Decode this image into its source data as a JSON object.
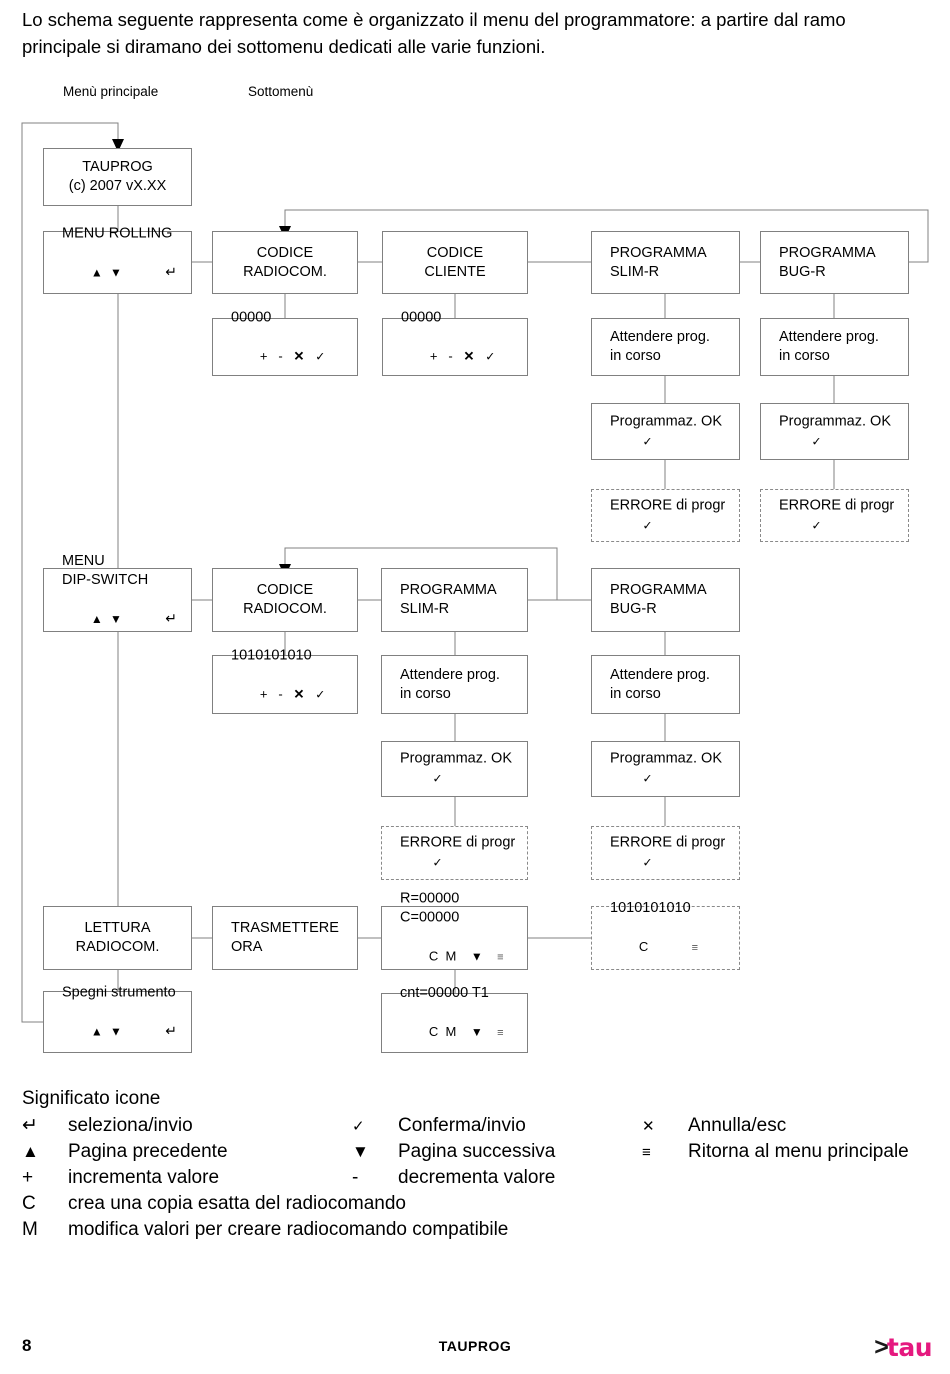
{
  "intro": {
    "text": "Lo schema seguente rappresenta come è organizzato il menu del programmatore: a  partire dal ramo principale si diramano dei sottomenu dedicati alle varie funzioni."
  },
  "captions": {
    "main_menu": "Menù principale",
    "submenu": "Sottomenù"
  },
  "icons": {
    "up": "▲",
    "down": "▼",
    "return": "↵",
    "check": "✓",
    "cancel": "✕",
    "plus": "+",
    "minus": "-",
    "menu": "≡"
  },
  "boxes": {
    "tauprog": {
      "l1": "TAUPROG",
      "l2": "(c) 2007 vX.XX"
    },
    "menu_rolling": {
      "l1": "MENU ROLLING"
    },
    "codice_radiocom_1": {
      "l1": "CODICE",
      "l2": "RADIOCOM."
    },
    "codice_cliente": {
      "l1": "CODICE",
      "l2": "CLIENTE"
    },
    "programma_slim_r_1": {
      "l1": "PROGRAMMA",
      "l2": "SLIM-R"
    },
    "programma_bug_r_1": {
      "l1": "PROGRAMMA",
      "l2": "BUG-R"
    },
    "value_00000_a": {
      "l1": "00000"
    },
    "value_00000_b": {
      "l1": "00000"
    },
    "attendere_1": {
      "l1": "Attendere prog.",
      "l2": "in corso"
    },
    "attendere_2": {
      "l1": "Attendere prog.",
      "l2": "in corso"
    },
    "prog_ok_1": {
      "l1": "Programmaz. OK"
    },
    "prog_ok_2": {
      "l1": "Programmaz. OK"
    },
    "errore_1": {
      "l1": "ERRORE di progr"
    },
    "errore_2": {
      "l1": "ERRORE di progr"
    },
    "menu_dipswitch": {
      "l1": "MENU",
      "l2": "DIP-SWITCH"
    },
    "codice_radiocom_2": {
      "l1": "CODICE",
      "l2": "RADIOCOM."
    },
    "programma_slim_r_2": {
      "l1": "PROGRAMMA",
      "l2": "SLIM-R"
    },
    "programma_bug_r_2": {
      "l1": "PROGRAMMA",
      "l2": "BUG-R"
    },
    "dip_value": {
      "l1": "1010101010"
    },
    "attendere_3": {
      "l1": "Attendere prog.",
      "l2": "in corso"
    },
    "attendere_4": {
      "l1": "Attendere prog.",
      "l2": "in corso"
    },
    "prog_ok_3": {
      "l1": "Programmaz. OK"
    },
    "prog_ok_4": {
      "l1": "Programmaz. OK"
    },
    "errore_3": {
      "l1": "ERRORE di progr"
    },
    "errore_4": {
      "l1": "ERRORE di progr"
    },
    "lettura_radiocom": {
      "l1": "LETTURA",
      "l2": "RADIOCOM."
    },
    "trasmettere_ora": {
      "l1": "TRASMETTERE",
      "l2": "ORA"
    },
    "rc_values": {
      "l1": "R=00000",
      "l2": "C=00000",
      "c": "C",
      "m": "M"
    },
    "cnt_values": {
      "l1": "cnt=00000 T1",
      "c": "C",
      "m": "M"
    },
    "dip_readout": {
      "l1": "1010101010",
      "c": "C"
    },
    "spegni": {
      "l1": "Spegni strumento"
    }
  },
  "legend": {
    "title": "Significato icone",
    "rows": [
      [
        {
          "sym": "↵",
          "text": "seleziona/invio"
        },
        {
          "sym": "✓",
          "text": "Conferma/invio"
        },
        {
          "sym": "✕",
          "text": "Annulla/esc"
        }
      ],
      [
        {
          "sym": "▲",
          "text": "Pagina precedente"
        },
        {
          "sym": "▼",
          "text": "Pagina successiva"
        },
        {
          "sym": "≡",
          "text": "Ritorna al menu principale"
        }
      ],
      [
        {
          "sym": "+",
          "text": "incrementa valore"
        },
        {
          "sym": "-",
          "text": "decrementa valore"
        }
      ],
      [
        {
          "sym": "C",
          "text": "crea una copia esatta del radiocomando"
        }
      ],
      [
        {
          "sym": "M",
          "text": "modifica valori per creare radiocomando compatibile"
        }
      ]
    ]
  },
  "footer": {
    "page": "8",
    "title": "TAUPROG",
    "logo_chevron": ">",
    "logo_word": "tau",
    "logo_color": "#e5197f"
  }
}
